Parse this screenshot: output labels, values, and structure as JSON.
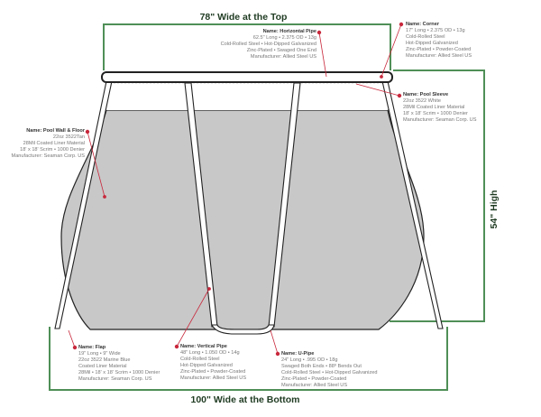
{
  "dimensions": {
    "top": "78\" Wide at the Top",
    "height": "54\" High",
    "bottom": "100\" Wide at the Bottom"
  },
  "colors": {
    "bracket": "#4f8f57",
    "marker": "#c8283c",
    "liner": "#c8c8c8"
  },
  "parts": {
    "horizontal_pipe": {
      "name": "Name: Horizontal Pipe",
      "lines": [
        "62.5\" Long • 2.375 OD • 13g",
        "Cold-Rolled Steel • Hot-Dipped Galvanized",
        "Zinc-Plated • Swaged One End",
        "Manufacturer: Allied Steel US"
      ]
    },
    "corner": {
      "name": "Name: Corner",
      "lines": [
        "17\" Long • 2.375 OD • 13g",
        "Cold-Rolled Steel",
        "Hot-Dipped Galvanized",
        "Zinc-Plated • Powder-Coated",
        "Manufacturer: Allied Steel US"
      ]
    },
    "pool_sleeve": {
      "name": "Name: Pool Sleeve",
      "lines": [
        "22oz 3522 White",
        "28Mil Coated Liner Material",
        "18' x 18' Scrim • 1000 Denier",
        "Manufacturer: Seaman Corp. US"
      ]
    },
    "pool_wall": {
      "name": "Name: Pool Wall & Floor",
      "lines": [
        "22oz 3522Tan",
        "28Mil Coated Liner Material",
        "18' x 18' Scrim • 1000 Denier",
        "Manufacturer: Seaman Corp. US"
      ]
    },
    "flap": {
      "name": "Name: Flap",
      "lines": [
        "19\" Long • 9\" Wide",
        "22oz 3522 Marine Blue",
        "Coated Liner Material",
        "28Mil • 18' x 18' Scrim • 1000 Denier",
        "Manufacturer: Seaman Corp. US"
      ]
    },
    "vertical_pipe": {
      "name": "Name: Vertical Pipe",
      "lines": [
        "48\" Long • 1.050 OD • 14g",
        "Cold-Rolled Steel",
        "Hot-Dipped Galvanized",
        "Zinc-Plated • Powder-Coated",
        "Manufacturer: Allied Steel US"
      ]
    },
    "u_pipe": {
      "name": "Name: U-Pipe",
      "lines": [
        "24\" Long • .995 OD • 18g",
        "Swaged Both Ends • 88º Bends Out",
        "Cold-Rolled Steel • Hot-Dipped Galvanized",
        "Zinc-Plated • Powder-Coated",
        "Manufacturer: Allied Steel US"
      ]
    }
  }
}
